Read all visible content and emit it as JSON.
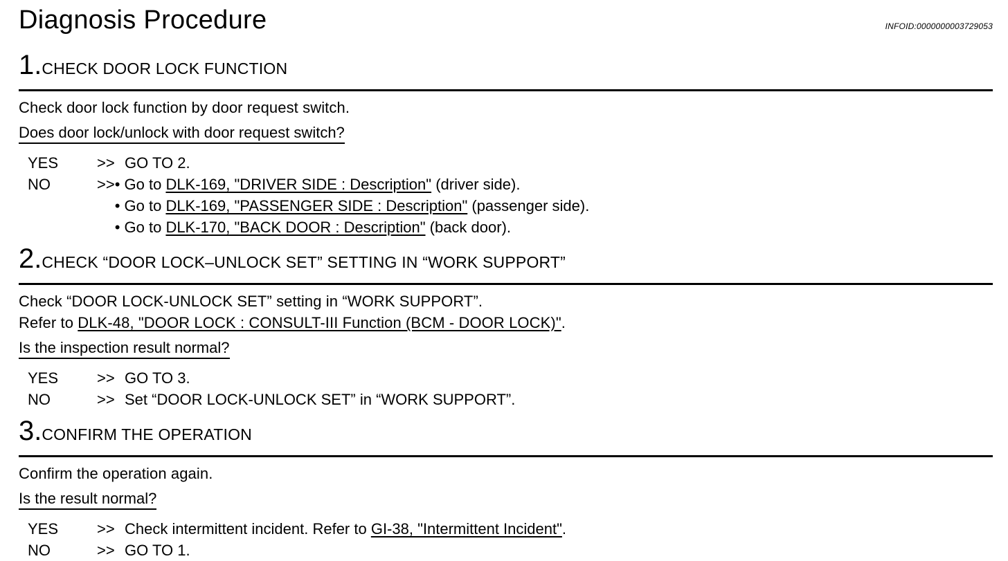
{
  "page": {
    "title": "Diagnosis Procedure",
    "infoid": "INFOID:0000000003729053"
  },
  "steps": [
    {
      "number": "1.",
      "heading": "CHECK DOOR LOCK FUNCTION",
      "body": [
        {
          "segments": [
            {
              "t": "Check door lock function by door request switch."
            }
          ]
        }
      ],
      "question": "Does door lock/unlock with door request switch?",
      "answers": [
        {
          "label": "YES",
          "arrow": ">>",
          "segments": [
            {
              "t": "GO TO 2."
            }
          ]
        },
        {
          "label": "NO",
          "arrow": ">>",
          "bullets": [
            [
              {
                "t": "• Go to "
              },
              {
                "t": "DLK-169, \"DRIVER SIDE : Description\"",
                "link": true
              },
              {
                "t": " (driver side)."
              }
            ],
            [
              {
                "t": "• Go to "
              },
              {
                "t": "DLK-169, \"PASSENGER SIDE : Description\"",
                "link": true
              },
              {
                "t": " (passenger side)."
              }
            ],
            [
              {
                "t": "• Go to "
              },
              {
                "t": "DLK-170, \"BACK DOOR : Description\"",
                "link": true
              },
              {
                "t": " (back door)."
              }
            ]
          ]
        }
      ]
    },
    {
      "number": "2.",
      "heading": "CHECK “DOOR LOCK–UNLOCK SET” SETTING IN “WORK SUPPORT”",
      "body": [
        {
          "segments": [
            {
              "t": "Check “DOOR LOCK-UNLOCK SET” setting in “WORK SUPPORT”."
            }
          ]
        },
        {
          "segments": [
            {
              "t": "Refer to "
            },
            {
              "t": "DLK-48, \"DOOR LOCK : CONSULT-III Function (BCM - DOOR LOCK)\"",
              "link": true
            },
            {
              "t": "."
            }
          ]
        }
      ],
      "question": "Is the inspection result normal?",
      "answers": [
        {
          "label": "YES",
          "arrow": ">>",
          "segments": [
            {
              "t": "GO TO 3."
            }
          ]
        },
        {
          "label": "NO",
          "arrow": ">>",
          "segments": [
            {
              "t": "Set “DOOR LOCK-UNLOCK SET” in “WORK SUPPORT”."
            }
          ]
        }
      ]
    },
    {
      "number": "3.",
      "heading": "CONFIRM THE OPERATION",
      "body": [
        {
          "segments": [
            {
              "t": "Confirm the operation again."
            }
          ]
        }
      ],
      "question": "Is the result normal?",
      "answers": [
        {
          "label": "YES",
          "arrow": ">>",
          "segments": [
            {
              "t": "Check intermittent incident. Refer to "
            },
            {
              "t": "GI-38, \"Intermittent Incident\"",
              "link": true
            },
            {
              "t": "."
            }
          ]
        },
        {
          "label": "NO",
          "arrow": ">>",
          "segments": [
            {
              "t": "GO TO 1."
            }
          ]
        }
      ]
    }
  ]
}
